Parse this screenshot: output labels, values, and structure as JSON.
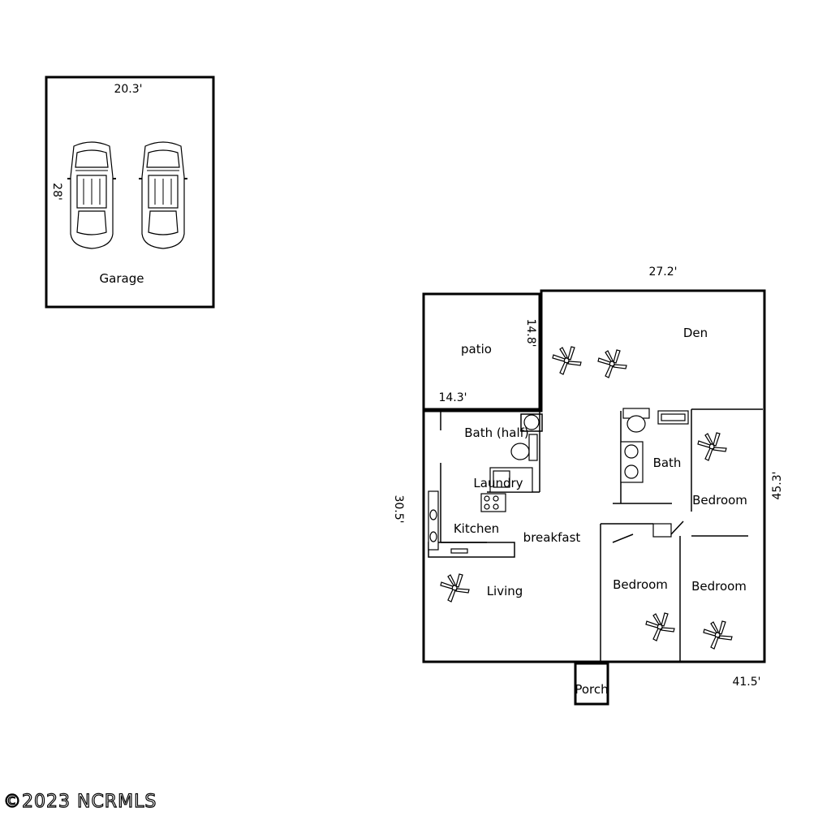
{
  "garage": {
    "label": "Garage",
    "width_dim": "20.3'",
    "depth_dim": "28'"
  },
  "house": {
    "rooms": {
      "patio": "patio",
      "den": "Den",
      "bath_half": "Bath (half)",
      "laundry": "Laundry",
      "kitchen": "Kitchen",
      "breakfast": "breakfast",
      "living": "Living",
      "bath": "Bath",
      "bedroom_right": "Bedroom",
      "bedroom_middle": "Bedroom",
      "bedroom_far": "Bedroom",
      "porch": "Porch"
    },
    "dims": {
      "top": "27.2'",
      "patio_depth": "14.8'",
      "patio_width": "14.3'",
      "left": "30.5'",
      "right": "45.3'",
      "bottom": "41.5'"
    }
  },
  "watermark": "©2023 NCRMLS"
}
